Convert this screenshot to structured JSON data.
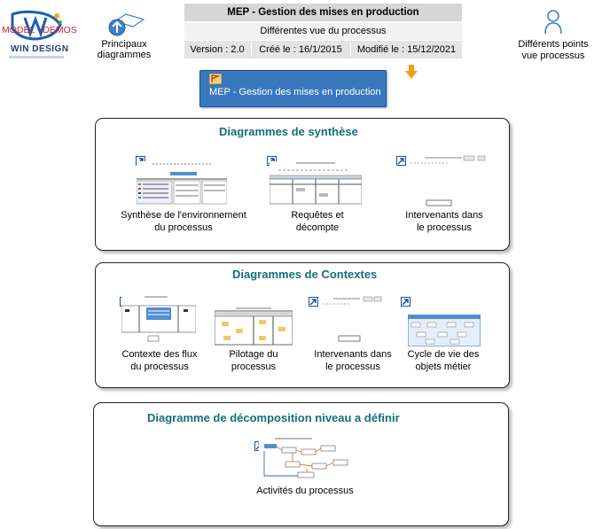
{
  "header": {
    "logo": {
      "watermark": "MODEL - DEMOS",
      "brand": "WIN DESIGN",
      "icon": "windesign-logo"
    },
    "nav_main": {
      "label": "Principaux diagrammes",
      "icon": "up-arrow-circle-icon"
    },
    "title_box": {
      "title": "MEP - Gestion des mises en production",
      "subtitle": "Différentes vue du processus",
      "version": "Version : 2.0",
      "created": "Créé le : 16/1/2015",
      "modified": "Modifié le : 15/12/2021"
    },
    "nav_right": {
      "label_line1": "Différents points",
      "label_line2": "vue processus",
      "icon": "user-icon"
    }
  },
  "main_button": {
    "label": "MEP - Gestion des mises en production",
    "icon": "flag-icon"
  },
  "sections": {
    "synthese": {
      "title": "Diagrammes de synthèse",
      "items": [
        {
          "line1": "Synthèse de l'environnement",
          "line2": "du processus"
        },
        {
          "line1": "Requêtes et",
          "line2": "décompte"
        },
        {
          "line1": "Intervenants dans",
          "line2": "le processus"
        }
      ]
    },
    "contextes": {
      "title": "Diagrammes de Contextes",
      "items": [
        {
          "line1": "Contexte des flux",
          "line2": "du processus"
        },
        {
          "line1": "Pilotage du",
          "line2": "processus"
        },
        {
          "line1": "Intervenants dans",
          "line2": "le processus"
        },
        {
          "line1": "Cycle de vie des",
          "line2": "objets métier"
        }
      ]
    },
    "decomposition": {
      "title": "Diagramme de décomposition niveau a définir",
      "items": [
        {
          "line1": "Activités du processus"
        }
      ]
    }
  },
  "colors": {
    "section_title": "#13707b",
    "button_blue": "#3a78be",
    "shortcut_blue": "#1c4fa8",
    "arrow_orange": "#f29b1d"
  }
}
